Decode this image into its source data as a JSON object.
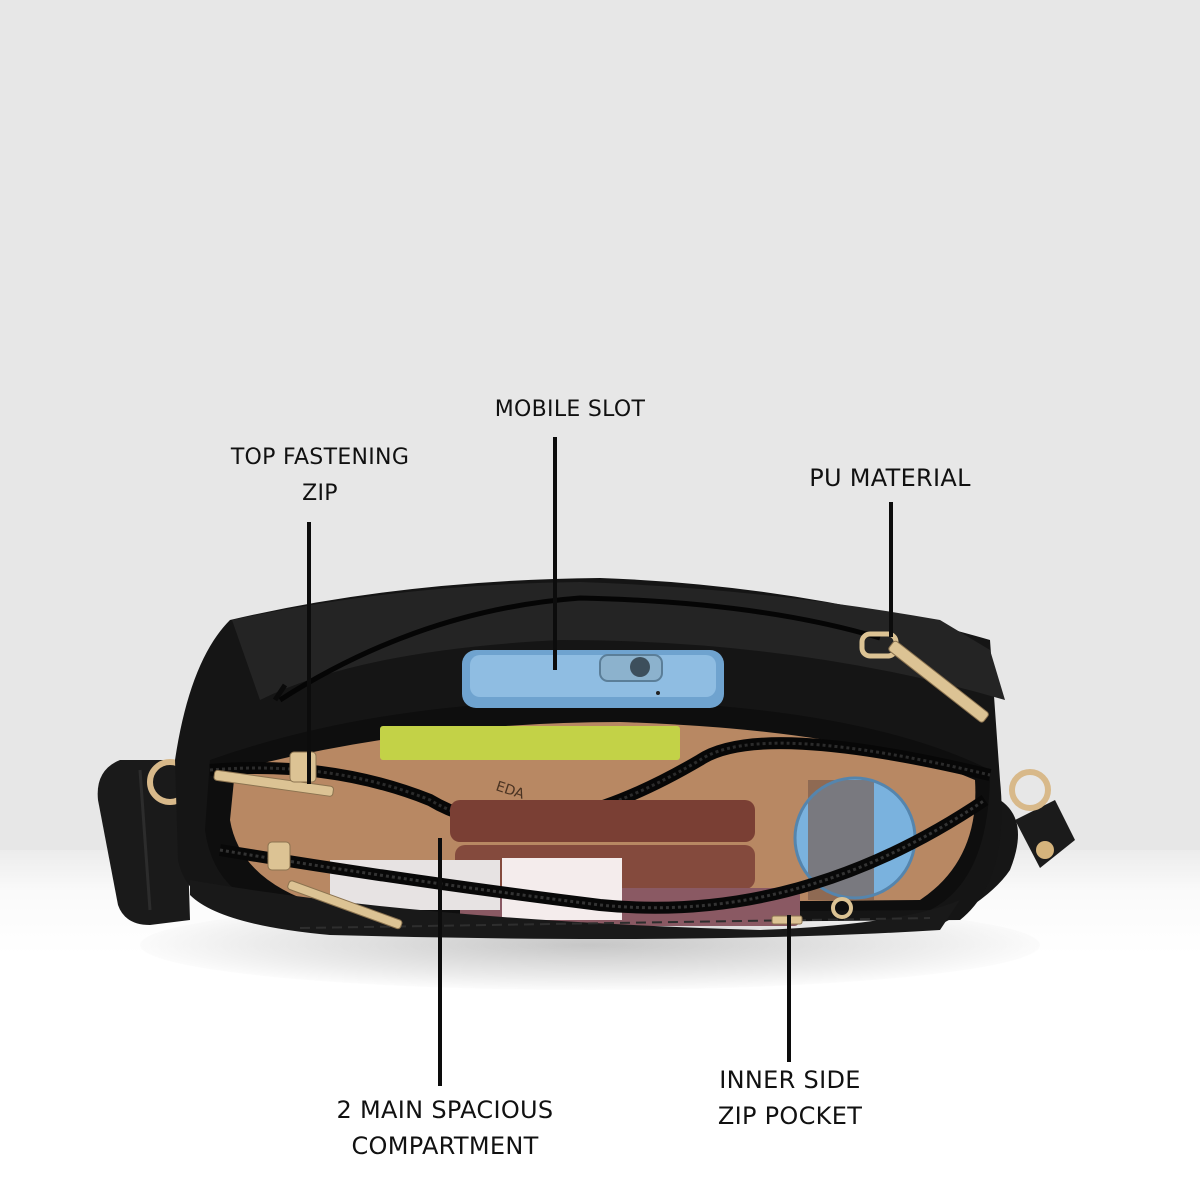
{
  "image": {
    "subject": "Black PU sling bag shown open from above, with contents visible",
    "background_colors": {
      "top": "#e7e7e7",
      "floor": "#ffffff"
    },
    "bag_color": "#141414",
    "lining_color": "#b98a66",
    "hardware_color": "#d9bf8f"
  },
  "callouts": [
    {
      "id": "top-fastening-zip",
      "lines": [
        "TOP FASTENING",
        "ZIP"
      ]
    },
    {
      "id": "mobile-slot",
      "lines": [
        "MOBILE SLOT"
      ]
    },
    {
      "id": "pu-material",
      "lines": [
        "PU MATERIAL"
      ]
    },
    {
      "id": "main-compartment",
      "lines": [
        "2 MAIN SPACIOUS",
        "COMPARTMENT"
      ]
    },
    {
      "id": "inner-side-zip-pocket",
      "lines": [
        "INNER SIDE",
        "ZIP POCKET"
      ]
    }
  ],
  "lining_print": "EDA"
}
